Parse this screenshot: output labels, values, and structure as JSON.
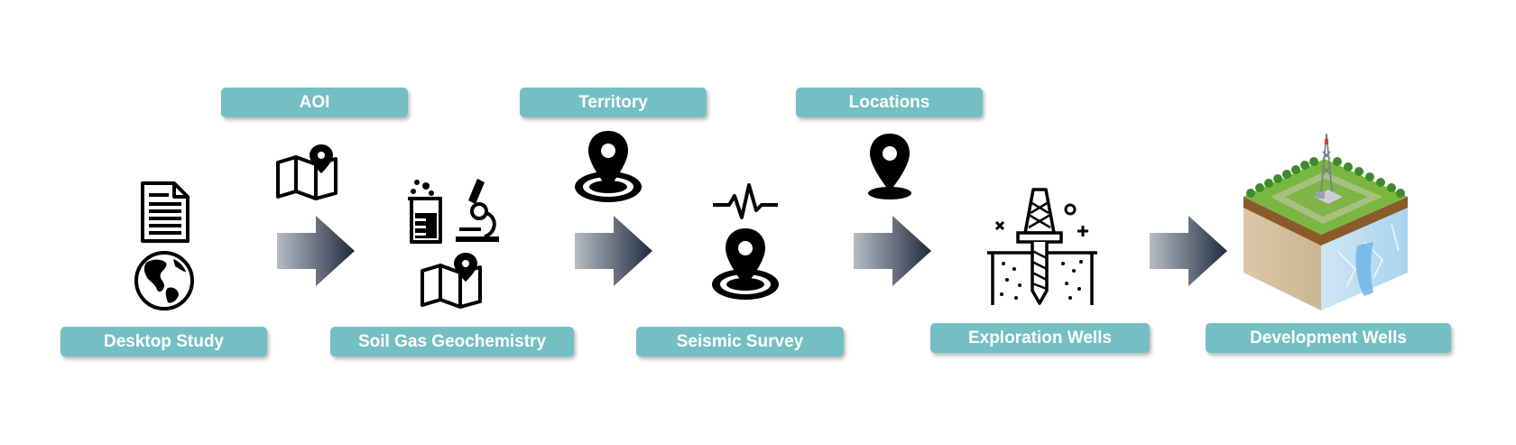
{
  "stages": [
    {
      "label": "Desktop Study"
    },
    {
      "label": "Soil Gas Geochemistry"
    },
    {
      "label": "Seismic Survey"
    },
    {
      "label": "Exploration Wells"
    },
    {
      "label": "Development Wells"
    }
  ],
  "outputs": [
    {
      "label": "AOI"
    },
    {
      "label": "Territory"
    },
    {
      "label": "Locations"
    }
  ],
  "colors": {
    "pill": "#74bfc3",
    "arrow_start": "#b6bcc5",
    "arrow_end": "#1f2c3e",
    "icon": "#000000"
  }
}
